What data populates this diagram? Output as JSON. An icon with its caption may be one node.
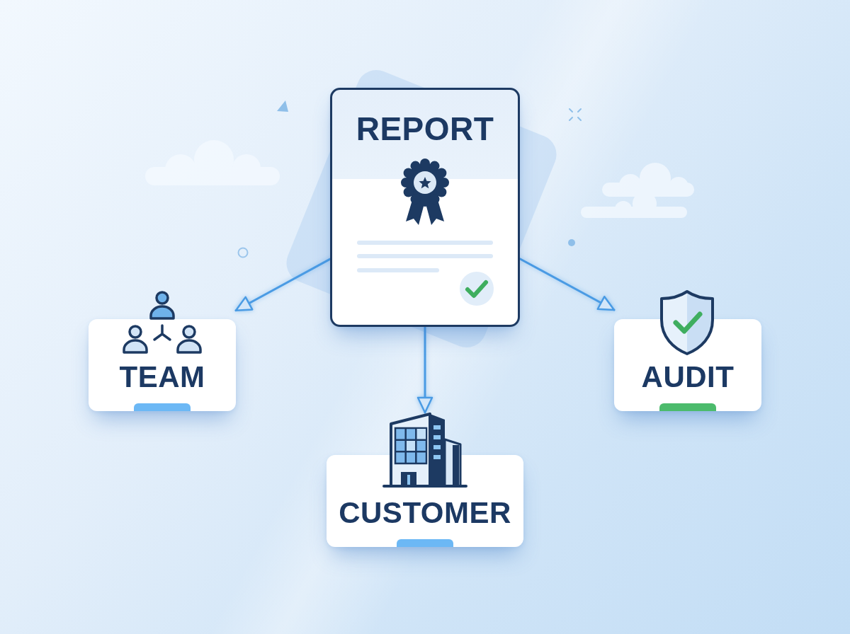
{
  "diagram": {
    "nodes": [
      {
        "text": [
          "REPORT"
        ]
      },
      {
        "text": [
          "TEAM"
        ]
      },
      {
        "text": [
          "CUSTOMER"
        ]
      },
      {
        "text": [
          "AUDIT"
        ]
      }
    ],
    "edges": [
      {
        "from": 0,
        "to": 1,
        "arrow": "to"
      },
      {
        "from": 0,
        "to": 2,
        "arrow": "to"
      },
      {
        "from": 0,
        "to": 3,
        "arrow": "to"
      }
    ]
  }
}
